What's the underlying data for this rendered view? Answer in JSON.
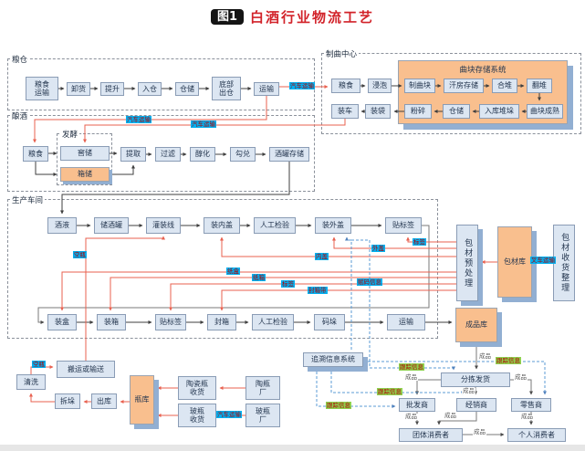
{
  "title": {
    "badge": "图1",
    "text": "白酒行业物流工艺"
  },
  "colors": {
    "accent_red": "#d2232a",
    "box_fill": "#dce6f2",
    "orange_fill": "#f9bf8e",
    "shadow_blue": "#92afd2",
    "cyan_label_bg": "#00b0f0",
    "green_label_bg": "#8fd14f",
    "blue_dash": "#5b9bd5",
    "red_line": "#e8604f"
  },
  "sections": {
    "grain": "粮仓",
    "qu": "制曲中心",
    "brew": "酿酒",
    "workshop": "生产车间",
    "ferment": "发酵"
  },
  "boxes": {
    "grain_transport": "粮食\n运输",
    "unload": "卸货",
    "lift": "提升",
    "into_silo": "入仓",
    "silo_storage": "仓储",
    "bottom_out": "底部\n出仓",
    "transport1": "运输",
    "qu_grain": "粮食",
    "soak": "浸泡",
    "qu_sys_title": "曲块存储系统",
    "make_qu": "制曲块",
    "sweat_room": "汗房存储",
    "stack": "合堆",
    "turn_stack": "翻堆",
    "crush": "粉碎",
    "qu_storage": "仓储",
    "inbound_stack": "入库堆垛",
    "qu_mature": "曲块成熟",
    "bag": "装袋",
    "load_truck": "装车",
    "brew_grain": "粮食",
    "cellar_store": "窖储",
    "box_store": "箱储",
    "extract": "提取",
    "filter": "过滤",
    "age": "醇化",
    "blend": "勾兑",
    "tank_store": "酒罐存储",
    "liquor": "酒液",
    "liquor_tank": "储酒罐",
    "filling_line": "灌装线",
    "inner_capping": "装内盖",
    "inspect1": "人工检验",
    "outer_capping": "装外盖",
    "labeling1": "贴标签",
    "boxing": "装盒",
    "casing": "装箱",
    "labeling2": "贴标签",
    "sealing": "封箱",
    "inspect2": "人工检验",
    "palletize": "码垛",
    "transport2": "运输",
    "pretreat": "包材预处理",
    "pack_wh": "包材库",
    "pack_recv": "包材收货整理",
    "finished_wh": "成品库",
    "convey": "搬运或输送",
    "wash": "清洗",
    "depalletize": "拆垛",
    "outbound": "出库",
    "bottle_wh": "瓶库",
    "ceramic_recv": "陶瓷瓶\n收货",
    "ceramic_fac": "陶瓶\n厂",
    "glass_recv": "玻瓶\n收货",
    "glass_fac": "玻瓶\n厂",
    "trace_sys": "追溯信息系统",
    "sorting": "分拣发货",
    "wholesaler": "批发商",
    "dealer": "经销商",
    "retailer": "零售商",
    "group_consumer": "团体消费者",
    "individual_consumer": "个人消费者"
  },
  "labels": {
    "truck": "汽车运输",
    "empty": "空瓶",
    "inner_cap": "内盖",
    "outer_cap": "外盖",
    "tag": "标签",
    "paper_box": "纸盒",
    "carton": "纸箱",
    "seal_tape": "封箱带",
    "code_info": "赋码信息",
    "forklift": "叉车运输",
    "tracking": "跟踪信息",
    "product": "成品"
  }
}
